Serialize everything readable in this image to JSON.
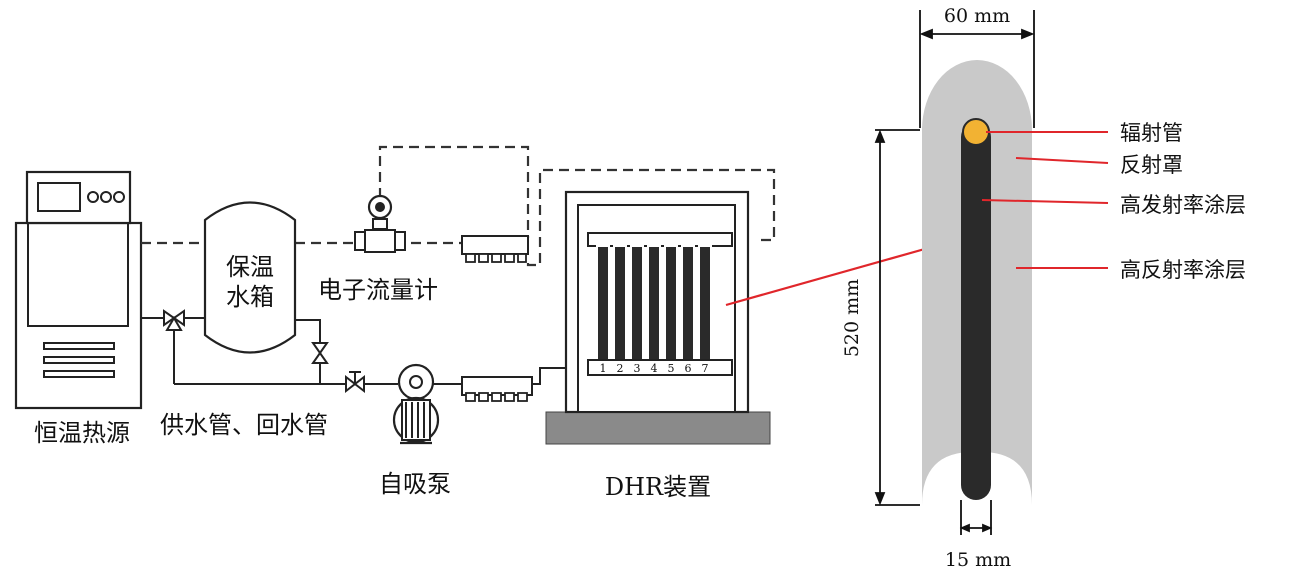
{
  "labels": {
    "heat_source": "恒温热源",
    "tank_line1": "保温",
    "tank_line2": "水箱",
    "flowmeter": "电子流量计",
    "pipes": "供水管、回水管",
    "pump": "自吸泵",
    "dhr": "DHR装置"
  },
  "tube_numbers": [
    "1",
    "2",
    "3",
    "4",
    "5",
    "6",
    "7"
  ],
  "cross_section": {
    "width_dim": "60 mm",
    "height_dim": "520 mm",
    "tube_dim": "15 mm",
    "legend": [
      "辐射管",
      "反射罩",
      "高发射率涂层",
      "高反射率涂层"
    ]
  },
  "colors": {
    "reflector": "#c9c9c9",
    "tube": "#2a2a2a",
    "radiant_pipe": "#f2b233",
    "pointer": "#e0262b",
    "base": "#8a8a8a"
  }
}
